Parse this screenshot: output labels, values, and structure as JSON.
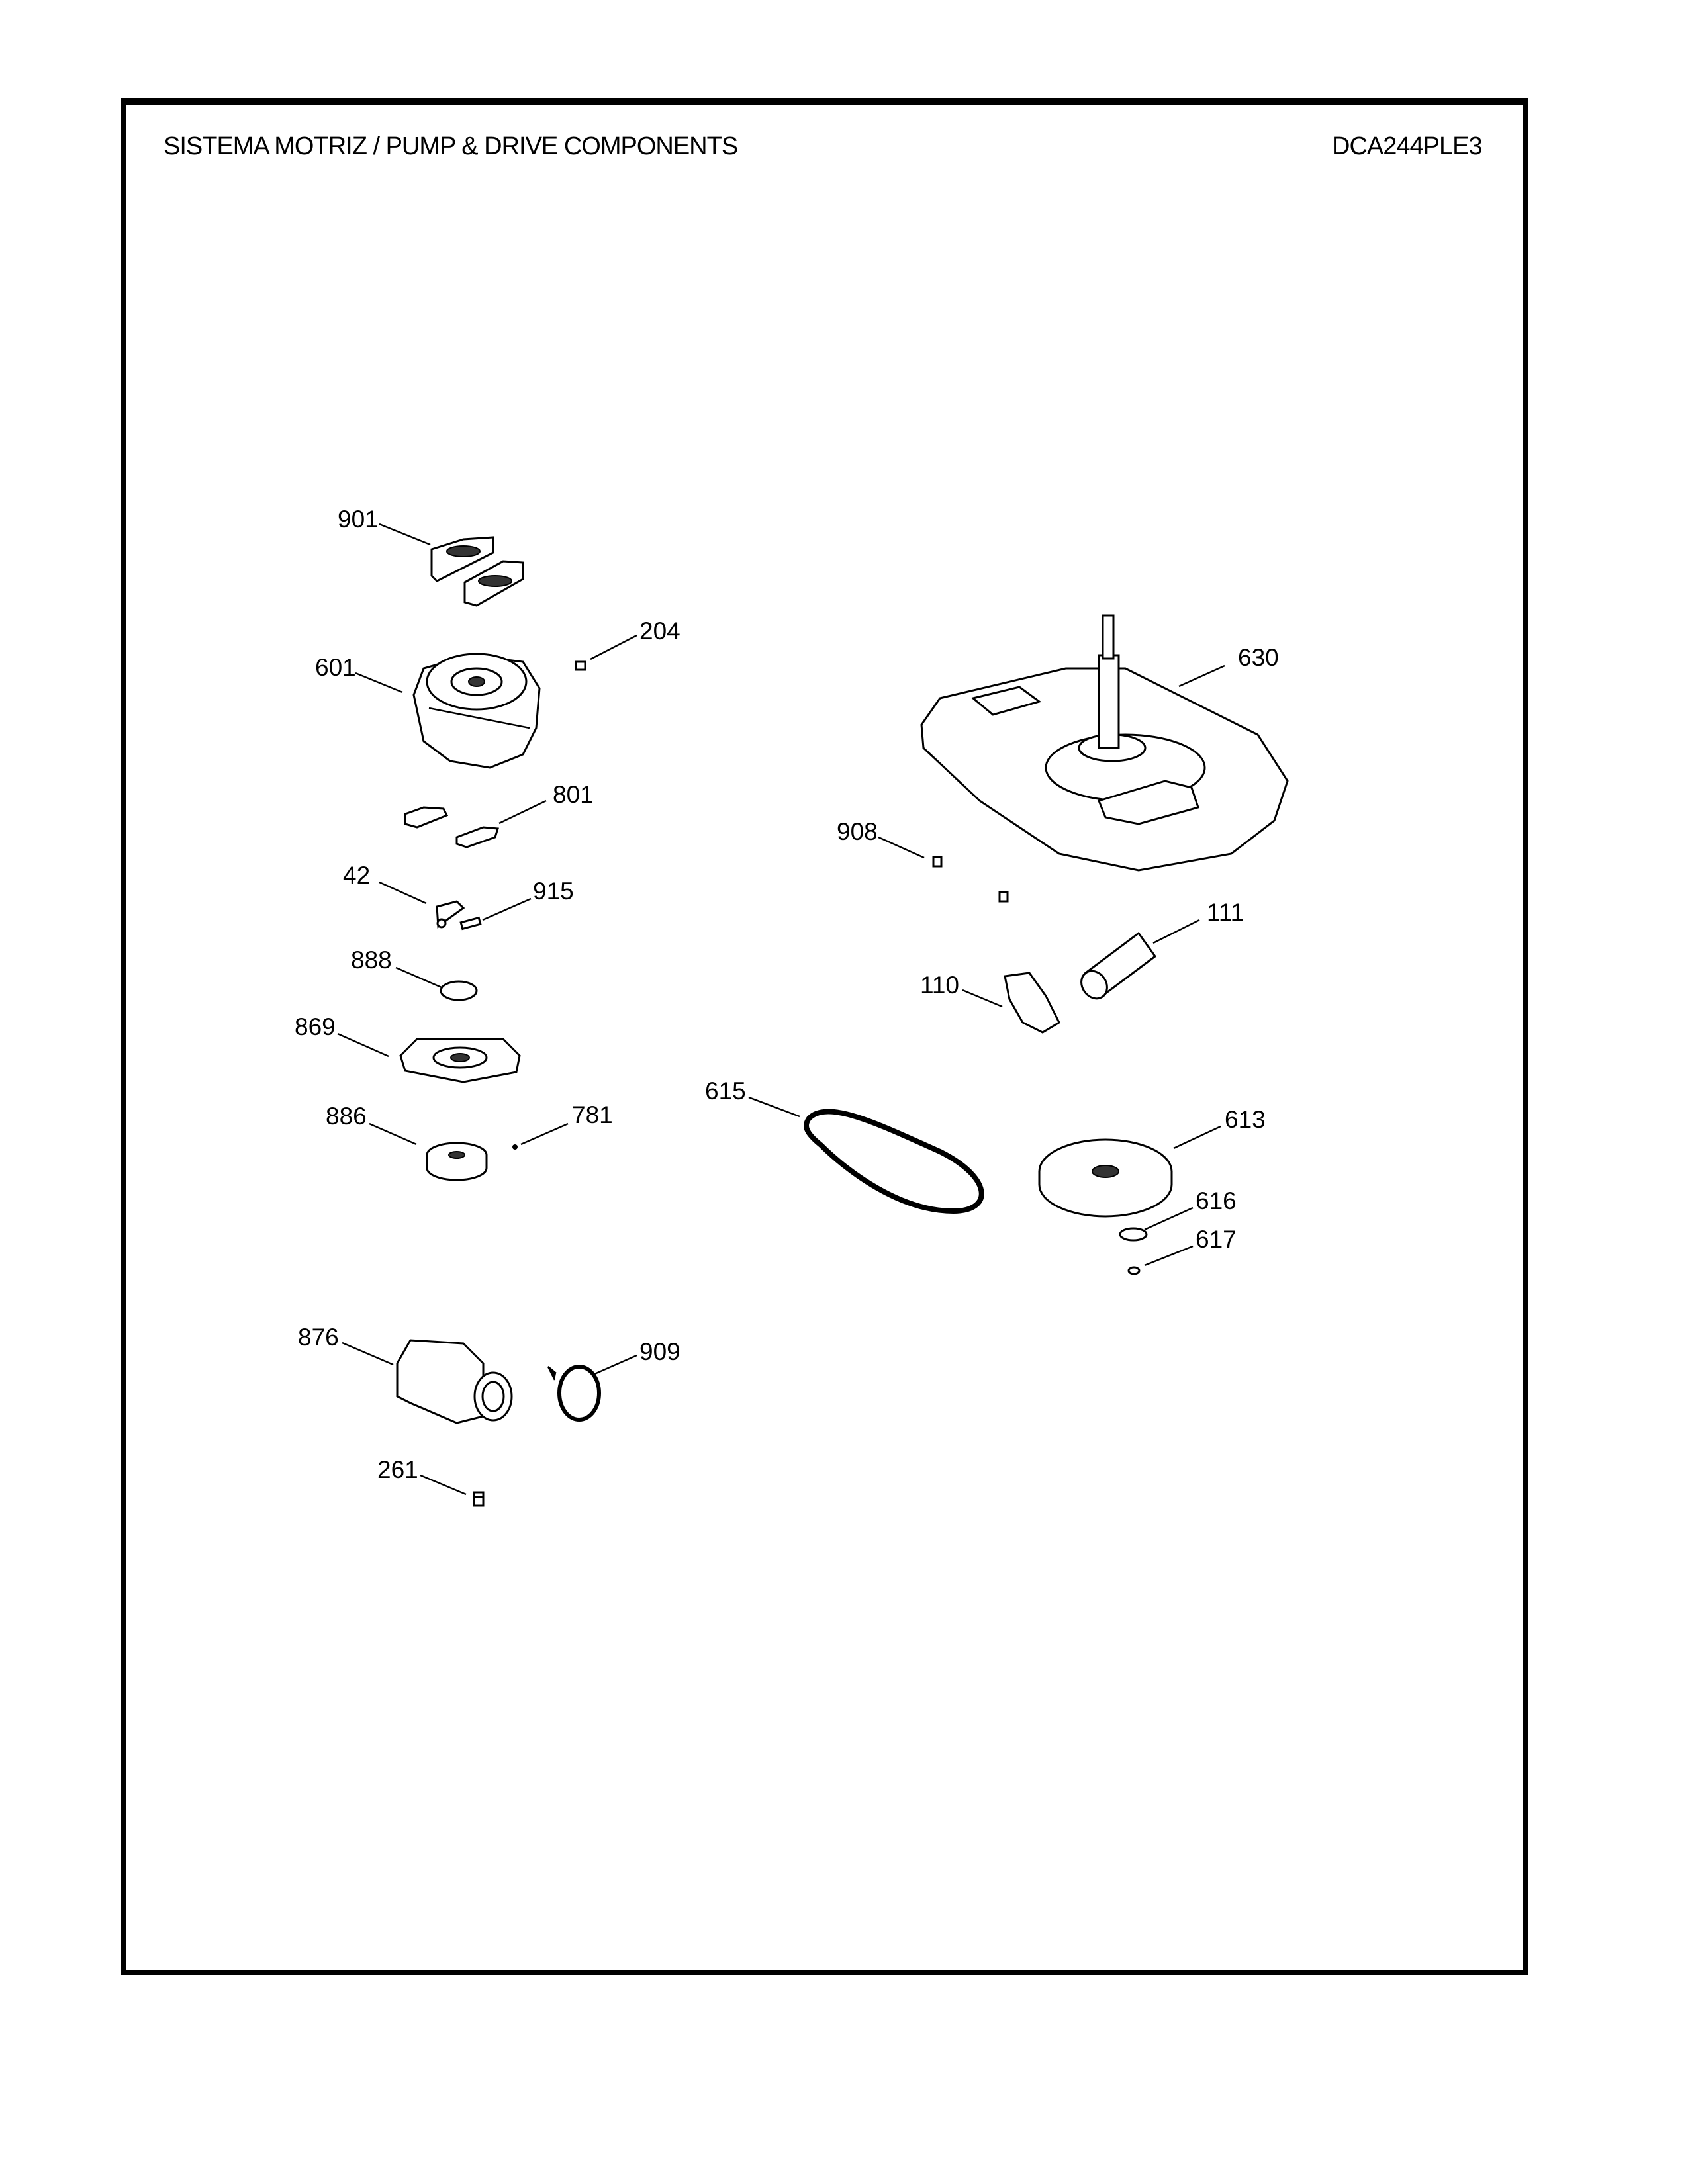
{
  "header": {
    "title": "SISTEMA MOTRIZ / PUMP  &  DRIVE COMPONENTS",
    "model": "DCA244PLE3"
  },
  "parts": [
    {
      "id": "901"
    },
    {
      "id": "204"
    },
    {
      "id": "601"
    },
    {
      "id": "630"
    },
    {
      "id": "801"
    },
    {
      "id": "908"
    },
    {
      "id": "42"
    },
    {
      "id": "915"
    },
    {
      "id": "111"
    },
    {
      "id": "888"
    },
    {
      "id": "110"
    },
    {
      "id": "869"
    },
    {
      "id": "615"
    },
    {
      "id": "886"
    },
    {
      "id": "781"
    },
    {
      "id": "613"
    },
    {
      "id": "616"
    },
    {
      "id": "617"
    },
    {
      "id": "876"
    },
    {
      "id": "909"
    },
    {
      "id": "261"
    }
  ]
}
